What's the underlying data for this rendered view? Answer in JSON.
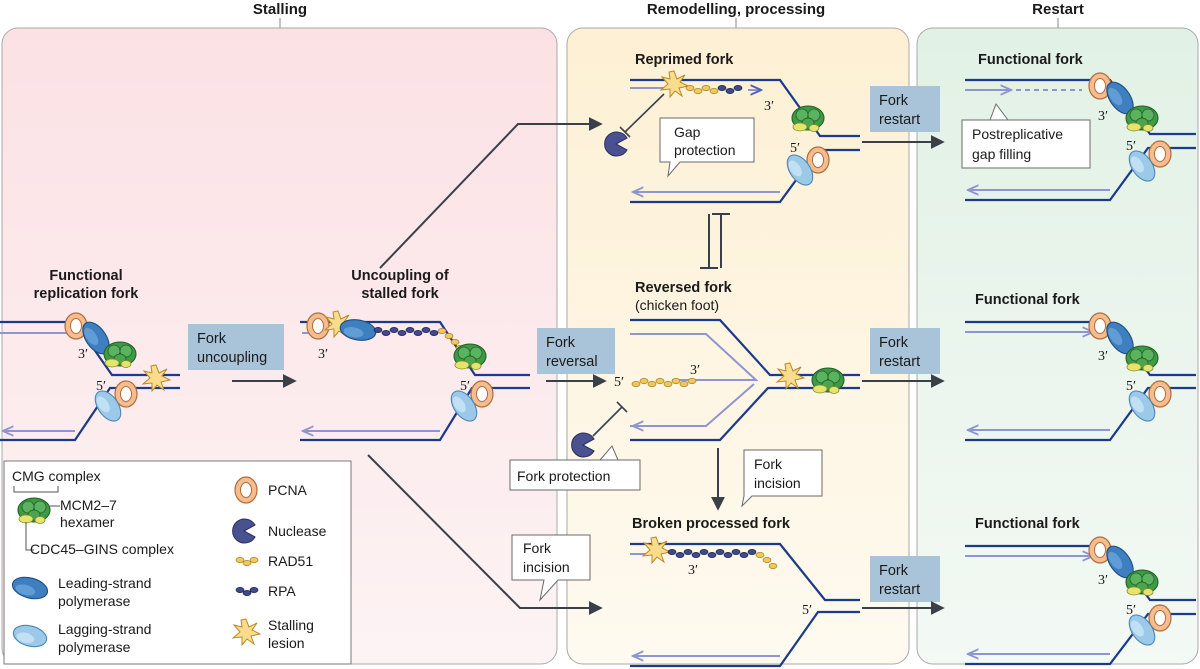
{
  "headers": {
    "stalling": "Stalling",
    "remodelling": "Remodelling, processing",
    "restart": "Restart"
  },
  "left": {
    "functional_title": [
      "Functional",
      "replication fork"
    ],
    "uncoupling_box": [
      "Fork",
      "uncoupling"
    ],
    "uncoupled_title": [
      "Uncoupling of",
      "stalled fork"
    ]
  },
  "middle": {
    "reprimed_title": "Reprimed fork",
    "gap_protection": [
      "Gap",
      "protection"
    ],
    "reversed_title": "Reversed fork",
    "reversed_sub": "(chicken foot)",
    "fork_reversal_box": [
      "Fork",
      "reversal"
    ],
    "fork_protection": "Fork protection",
    "fork_incision_mid": [
      "Fork",
      "incision"
    ],
    "broken_title": "Broken processed fork",
    "fork_incision_left": [
      "Fork",
      "incision"
    ]
  },
  "right": {
    "restart_box": [
      "Fork",
      "restart"
    ],
    "functional_fork": "Functional fork",
    "postreplicative": [
      "Postreplicative",
      "gap filling"
    ]
  },
  "ends": {
    "three_prime": "3′",
    "five_prime": "5′"
  },
  "legend": {
    "cmg": "CMG complex",
    "mcm": [
      "MCM2–7",
      "hexamer"
    ],
    "cdc45": "CDC45–GINS complex",
    "leading": [
      "Leading-strand",
      "polymerase"
    ],
    "lagging": [
      "Lagging-strand",
      "polymerase"
    ],
    "pcna": "PCNA",
    "nuclease": "Nuclease",
    "rad51": "RAD51",
    "rpa": "RPA",
    "lesion": [
      "Stalling",
      "lesion"
    ]
  },
  "colors": {
    "stalling_panel": "#fbe5e8",
    "remodelling_panel": "#fdf3dc",
    "restart_panel": "#e7f3ea",
    "parental_strand": "#1b3a8a",
    "nascent_strand": "#8f96cf",
    "process_box": "#a9c4d9",
    "pcna": "#f2b98a",
    "mcm": "#3e9a45",
    "leading_pol": "#3d7fc1",
    "lagging_pol": "#9cc9e8",
    "rad51": "#f2c75c",
    "rpa": "#3e4a8c",
    "nuclease": "#4a5190",
    "lesion": "#f9dd8c"
  }
}
